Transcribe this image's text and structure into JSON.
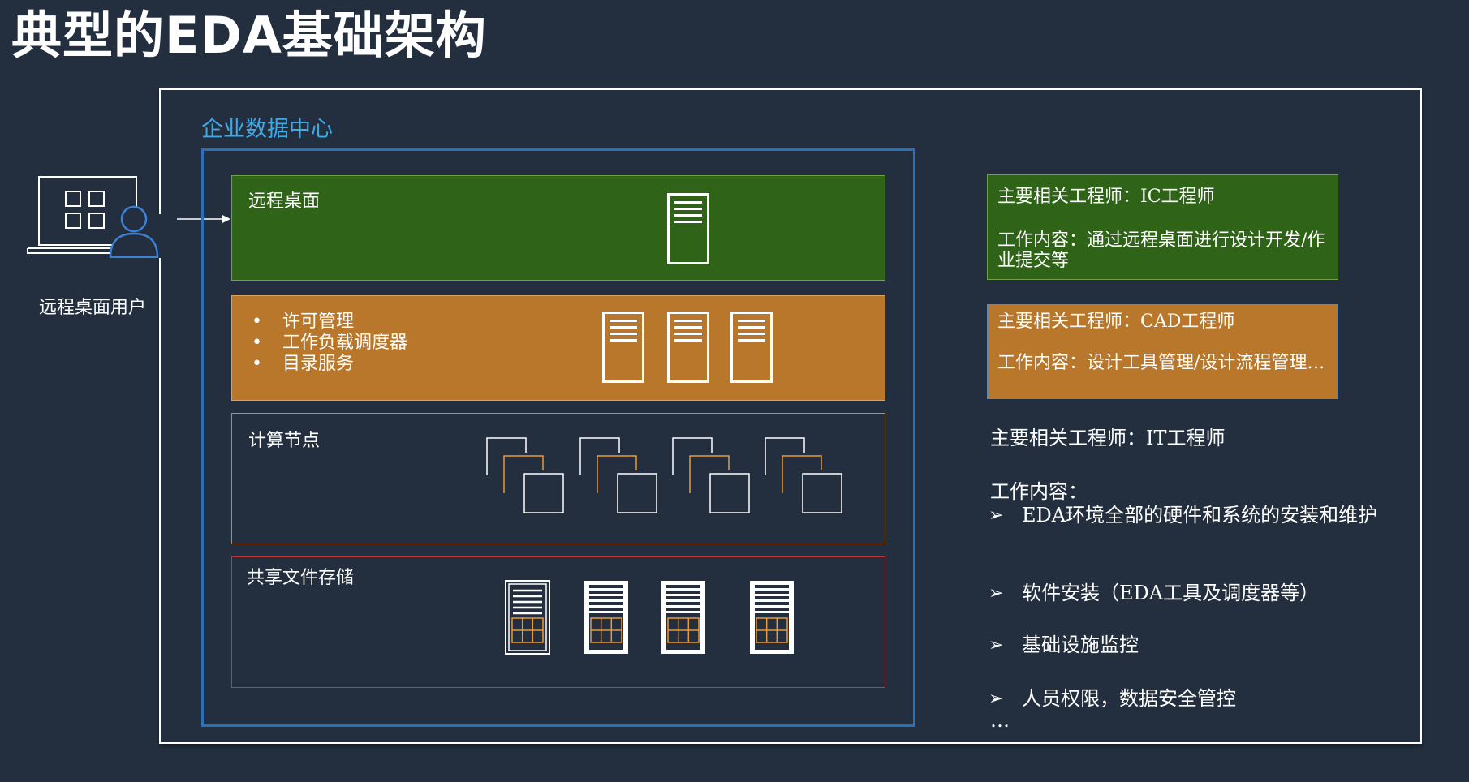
{
  "title": "典型的EDA基础架构",
  "user": {
    "label": "远程桌面用户",
    "icon": "laptop-user-icon"
  },
  "datacenter": {
    "label": "企业数据中心"
  },
  "layers": {
    "remote_desktop": {
      "label": "远程桌面"
    },
    "management": {
      "items": [
        "许可管理",
        "工作负载调度器",
        "目录服务"
      ]
    },
    "compute": {
      "label": "计算节点"
    },
    "storage": {
      "label": "共享文件存储"
    }
  },
  "roles": {
    "ic": {
      "title": "主要相关工程师：IC工程师",
      "content": "工作内容：通过远程桌面进行设计开发/作业提交等"
    },
    "cad": {
      "title": "主要相关工程师：CAD工程师",
      "content": "工作内容：设计工具管理/设计流程管理…"
    },
    "it": {
      "title": "主要相关工程师：IT工程师",
      "content_label": "工作内容：",
      "items": [
        "EDA环境全部的硬件和系统的安装和维护",
        "软件安装（EDA工具及调度器等）",
        "基础设施监控",
        "人员权限，数据安全管控"
      ],
      "ellipsis": "…"
    }
  },
  "colors": {
    "background": "#232f3e",
    "green": "#2f6318",
    "orange": "#b8772a",
    "blue": "#2c6fb7",
    "datacenter_text": "#3fa9e6",
    "compute_border": "#d9842a",
    "storage_border": "#c0393b"
  }
}
